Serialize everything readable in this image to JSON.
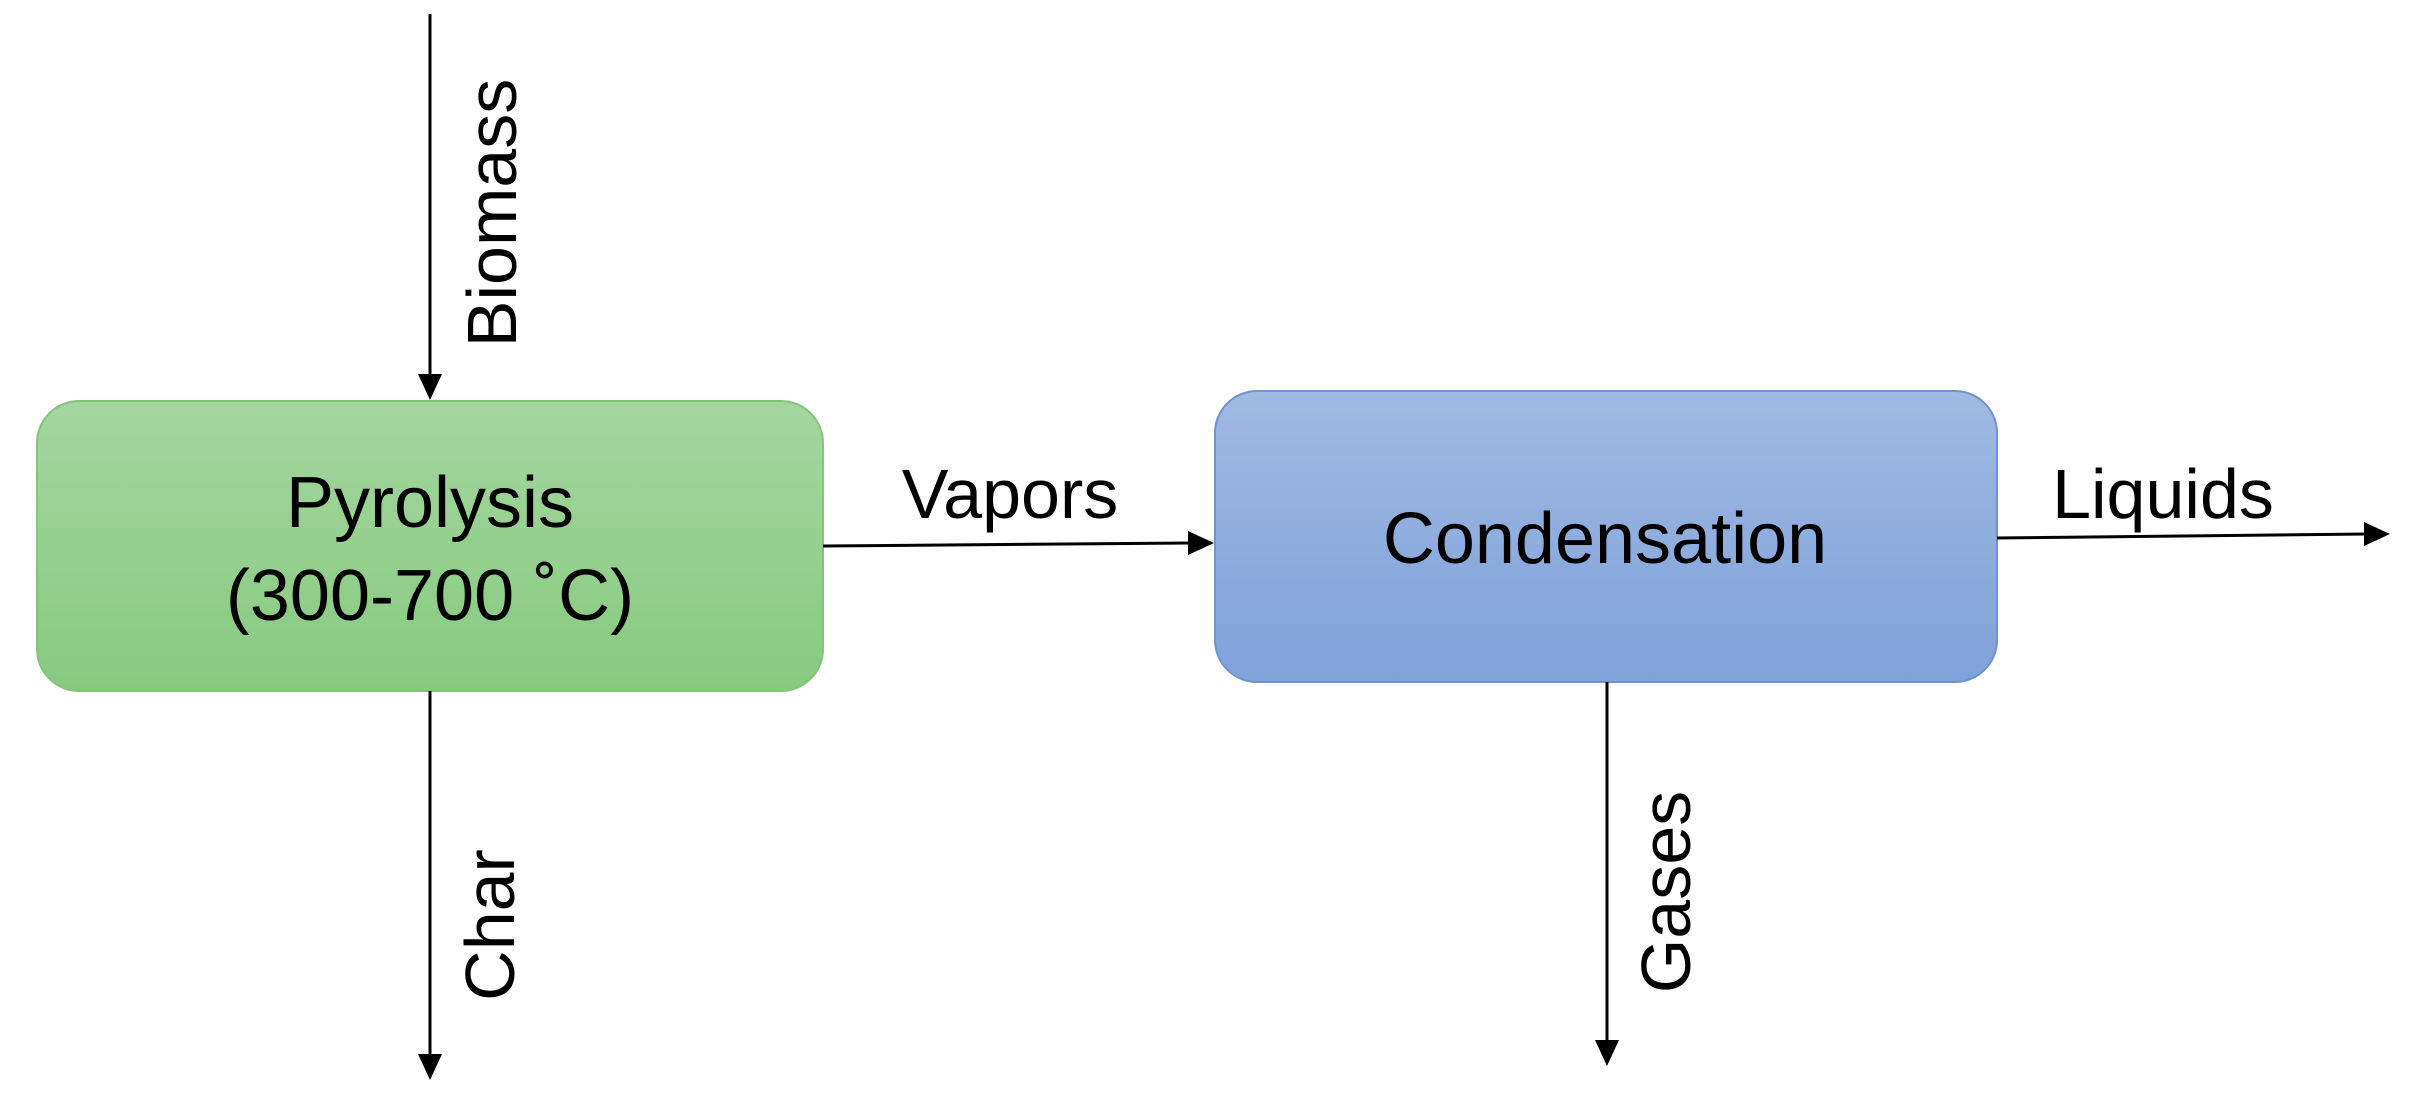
{
  "colors": {
    "pyrolysis_fill_top": "#a5d6a0",
    "pyrolysis_fill_bottom": "#86ca7f",
    "pyrolysis_stroke": "#82c47a",
    "condensation_fill_top": "#a0b9e2",
    "condensation_fill_bottom": "#7fa2da",
    "condensation_stroke": "#6f93cc",
    "edge": "#000000"
  },
  "nodes": {
    "pyrolysis": {
      "line1": "Pyrolysis",
      "line2": "(300-700 ˚C)"
    },
    "condensation": {
      "label": "Condensation"
    }
  },
  "flows": {
    "biomass": "Biomass",
    "char": "Char",
    "vapors": "Vapors",
    "liquids": "Liquids",
    "gases": "Gases"
  }
}
